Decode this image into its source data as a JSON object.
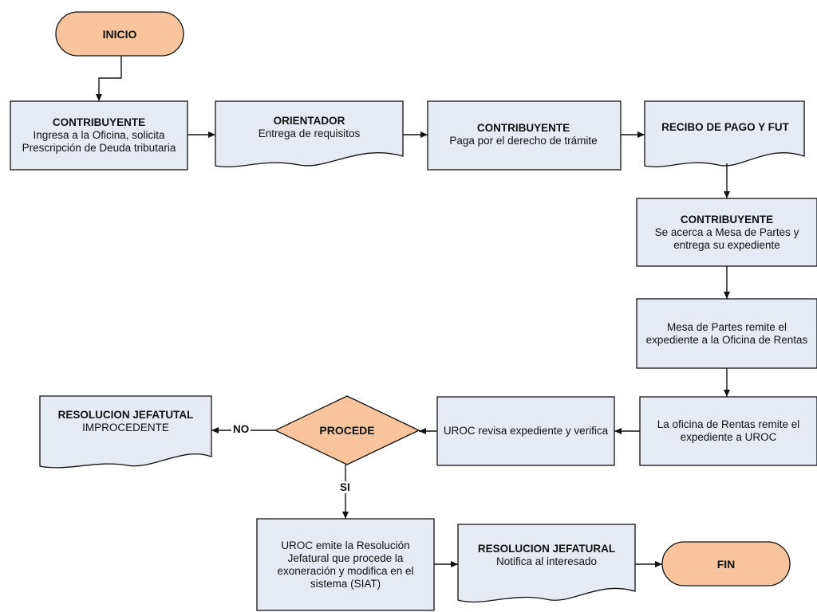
{
  "colors": {
    "process_fill": "#e6ebf3",
    "terminal_fill": "#f7c49d",
    "line": "#111111"
  },
  "nodes": {
    "inicio": {
      "label": "INICIO"
    },
    "contribuyente_ingresa": {
      "title": "CONTRIBUYENTE",
      "body": "Ingresa a la Oficina, solicita Prescripción de Deuda tributaria"
    },
    "orientador": {
      "title": "ORIENTADOR",
      "body": "Entrega de requisitos"
    },
    "contribuyente_paga": {
      "title": "CONTRIBUYENTE",
      "body": "Paga por el derecho de trámite"
    },
    "recibo": {
      "title": "RECIBO DE PAGO Y FUT",
      "body": ""
    },
    "contribuyente_mesa": {
      "title": "CONTRIBUYENTE",
      "body": "Se acerca a Mesa de Partes y entrega su expediente"
    },
    "mesa_partes": {
      "title": "",
      "body": "Mesa de Partes remite el expediente a la Oficina de Rentas"
    },
    "oficina_rentas": {
      "title": "",
      "body": "La oficina de Rentas remite el expediente a UROC"
    },
    "uroc_revisa": {
      "title": "",
      "body": "UROC revisa expediente y verifica"
    },
    "procede": {
      "label": "PROCEDE"
    },
    "resolucion_improcedente": {
      "title": "RESOLUCION JEFATUTAL",
      "body": "IMPROCEDENTE"
    },
    "uroc_emite": {
      "title": "",
      "body": "UROC emite la Resolución Jefatural que procede la exoneración y modifica en el sistema (SIAT)"
    },
    "resolucion_notifica": {
      "title": "RESOLUCION JEFATURAL",
      "body": "Notifica al interesado"
    },
    "fin": {
      "label": "FIN"
    }
  },
  "edges": {
    "no_label": "NO",
    "si_label": "SI"
  }
}
